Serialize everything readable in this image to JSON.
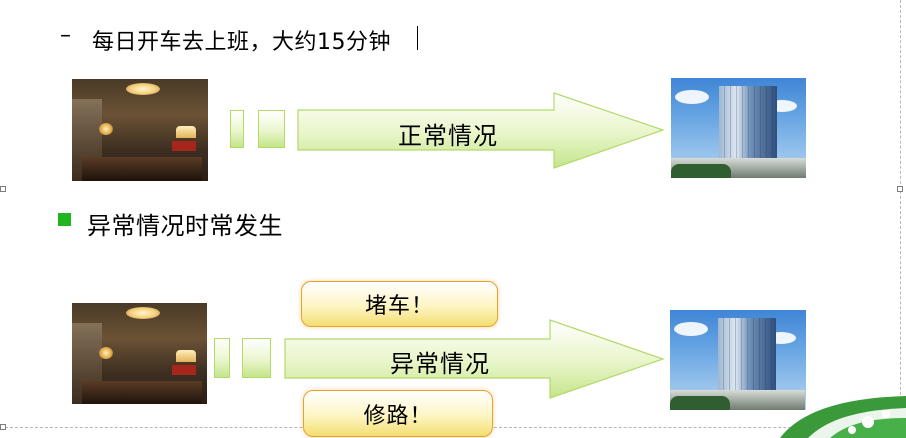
{
  "slide": {
    "bullet_1": {
      "marker": "–",
      "text": "每日开车去上班，大约15分钟"
    },
    "bullet_2": {
      "text": "异常情况时常发生"
    },
    "normal_flow": {
      "arrow_label": "正常情况"
    },
    "abnormal_flow": {
      "arrow_label": "异常情况"
    },
    "callouts": {
      "traffic_jam": "堵车！",
      "road_repair": "修路！"
    }
  },
  "colors": {
    "square_bullet": "#1fb51f",
    "arrow_fill_top": "#ffffff",
    "arrow_fill_bottom": "#c4e58a",
    "arrow_border": "#b3d96a",
    "callout_border": "#e6a32d",
    "callout_fill": "#f4de72"
  }
}
